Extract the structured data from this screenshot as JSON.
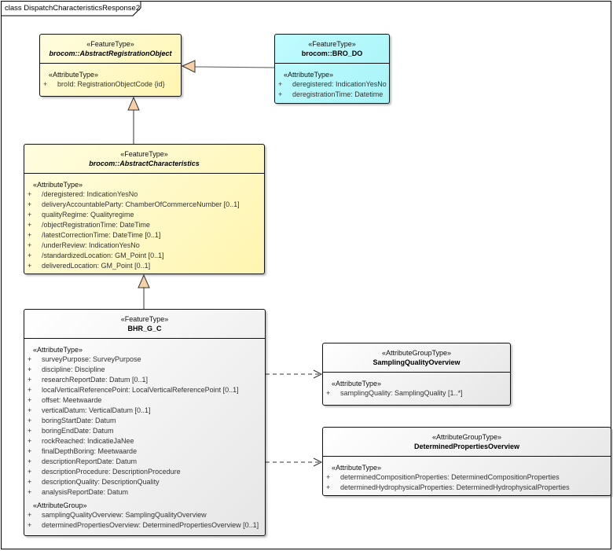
{
  "diagram": {
    "title": "class DispatchCharacteristicsResponse2"
  },
  "colors": {
    "feature_abstract": "#fff8c0",
    "bro_do": "#aef6fa",
    "concrete": "#eeeeee"
  },
  "classes": {
    "aro": {
      "stereotype": "«FeatureType»",
      "name": "brocom::AbstractRegistrationObject",
      "sections": [
        {
          "label": "«AttributeType»",
          "attributes": [
            {
              "vis": "+",
              "text": "broId: RegistrationObjectCode {id}"
            }
          ]
        }
      ]
    },
    "bro_do": {
      "stereotype": "«FeatureType»",
      "name": "brocom::BRO_DO",
      "sections": [
        {
          "label": "«AttributeType»",
          "attributes": [
            {
              "vis": "+",
              "text": "deregistered: IndicationYesNo"
            },
            {
              "vis": "+",
              "text": "deregistrationTime: Datetime"
            }
          ]
        }
      ]
    },
    "ac": {
      "stereotype": "«FeatureType»",
      "name": "brocom::AbstractCharacteristics",
      "sections": [
        {
          "label": "«AttributeType»",
          "attributes": [
            {
              "vis": "+",
              "text": "/deregistered: IndicationYesNo"
            },
            {
              "vis": "+",
              "text": "deliveryAccountableParty: ChamberOfCommerceNumber [0..1]"
            },
            {
              "vis": "+",
              "text": "qualityRegime: Qualityregime"
            },
            {
              "vis": "+",
              "text": "/objectRegistrationTime: DateTime"
            },
            {
              "vis": "+",
              "text": "/latestCorrectionTime: DateTime [0..1]"
            },
            {
              "vis": "+",
              "text": "/underReview: IndicationYesNo"
            },
            {
              "vis": "+",
              "text": "/standardizedLocation: GM_Point [0..1]"
            },
            {
              "vis": "+",
              "text": "deliveredLocation: GM_Point [0..1]"
            }
          ]
        }
      ]
    },
    "bhr": {
      "stereotype": "«FeatureType»",
      "name": "BHR_G_C",
      "sections": [
        {
          "label": "«AttributeType»",
          "attributes": [
            {
              "vis": "+",
              "text": "surveyPurpose: SurveyPurpose"
            },
            {
              "vis": "+",
              "text": "discipline: Discipline"
            },
            {
              "vis": "+",
              "text": "researchReportDate: Datum [0..1]"
            },
            {
              "vis": "+",
              "text": "localVerticalReferencePoint: LocalVerticalReferencePoint [0..1]"
            },
            {
              "vis": "+",
              "text": "offset: Meetwaarde"
            },
            {
              "vis": "+",
              "text": "verticalDatum: VerticalDatum [0..1]"
            },
            {
              "vis": "+",
              "text": "boringStartDate: Datum"
            },
            {
              "vis": "+",
              "text": "boringEndDate: Datum"
            },
            {
              "vis": "+",
              "text": "rockReached: IndicatieJaNee"
            },
            {
              "vis": "+",
              "text": "finalDepthBoring: Meetwaarde"
            },
            {
              "vis": "+",
              "text": "descriptionReportDate: Datum"
            },
            {
              "vis": "+",
              "text": "descriptionProcedure: DescriptionProcedure"
            },
            {
              "vis": "+",
              "text": "descriptionQuality: DescriptionQuality"
            },
            {
              "vis": "+",
              "text": "analysisReportDate: Datum"
            }
          ]
        },
        {
          "label": "«AttributeGroup»",
          "attributes": [
            {
              "vis": "+",
              "text": "samplingQualityOverview: SamplingQualityOverview"
            },
            {
              "vis": "+",
              "text": "determinedPropertiesOverview: DeterminedPropertiesOverview [0..1]"
            }
          ]
        }
      ]
    },
    "sqo": {
      "stereotype": "«AttributeGroupType»",
      "name": "SamplingQualityOverview",
      "sections": [
        {
          "label": "«AttributeType»",
          "attributes": [
            {
              "vis": "+",
              "text": "samplingQuality: SamplingQuality [1..*]"
            }
          ]
        }
      ]
    },
    "dpo": {
      "stereotype": "«AttributeGroupType»",
      "name": "DeterminedPropertiesOverview",
      "sections": [
        {
          "label": "«AttributeType»",
          "attributes": [
            {
              "vis": "+",
              "text": "determinedCompositionProperties: DeterminedCompositionProperties"
            },
            {
              "vis": "+",
              "text": "determinedHydrophysicalProperties: DeterminedHydrophysicalProperties"
            }
          ]
        }
      ]
    }
  }
}
